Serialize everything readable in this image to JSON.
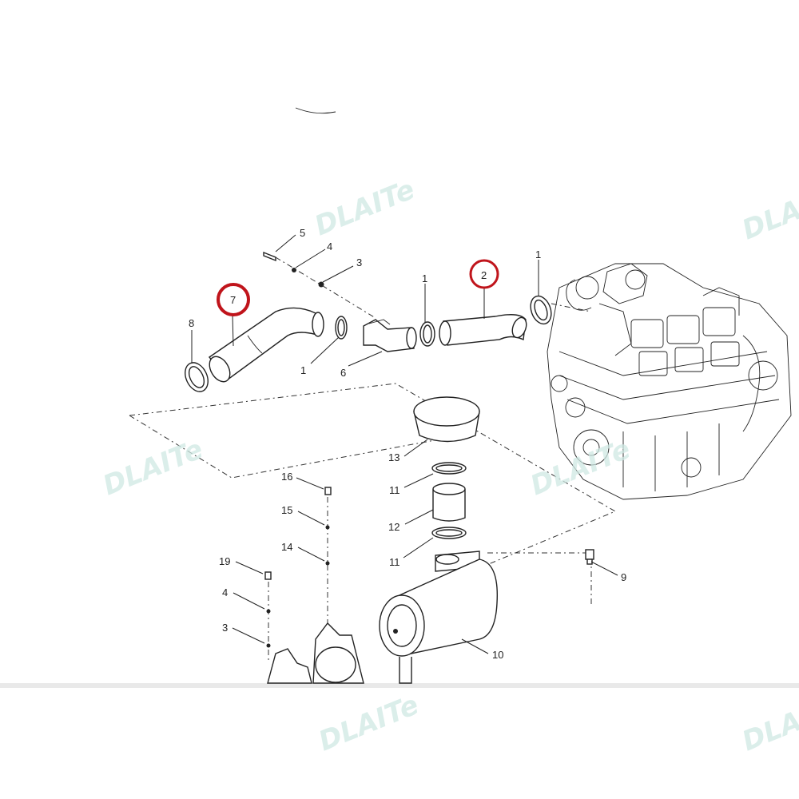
{
  "watermark": "DLAITe",
  "colors": {
    "highlight": "#c0141b",
    "line": "#222222",
    "watermark": "#cfe9e4"
  },
  "highlighted": [
    "7",
    "2"
  ],
  "callouts": {
    "c1a": "1",
    "c1b": "1",
    "c1c": "1",
    "c2": "2",
    "c3a": "3",
    "c3b": "3",
    "c4a": "4",
    "c4b": "4",
    "c5": "5",
    "c6": "6",
    "c7": "7",
    "c8": "8",
    "c9": "9",
    "c10": "10",
    "c11a": "11",
    "c11b": "11",
    "c12": "12",
    "c13": "13",
    "c14": "14",
    "c15": "15",
    "c16": "16",
    "c19": "19"
  }
}
